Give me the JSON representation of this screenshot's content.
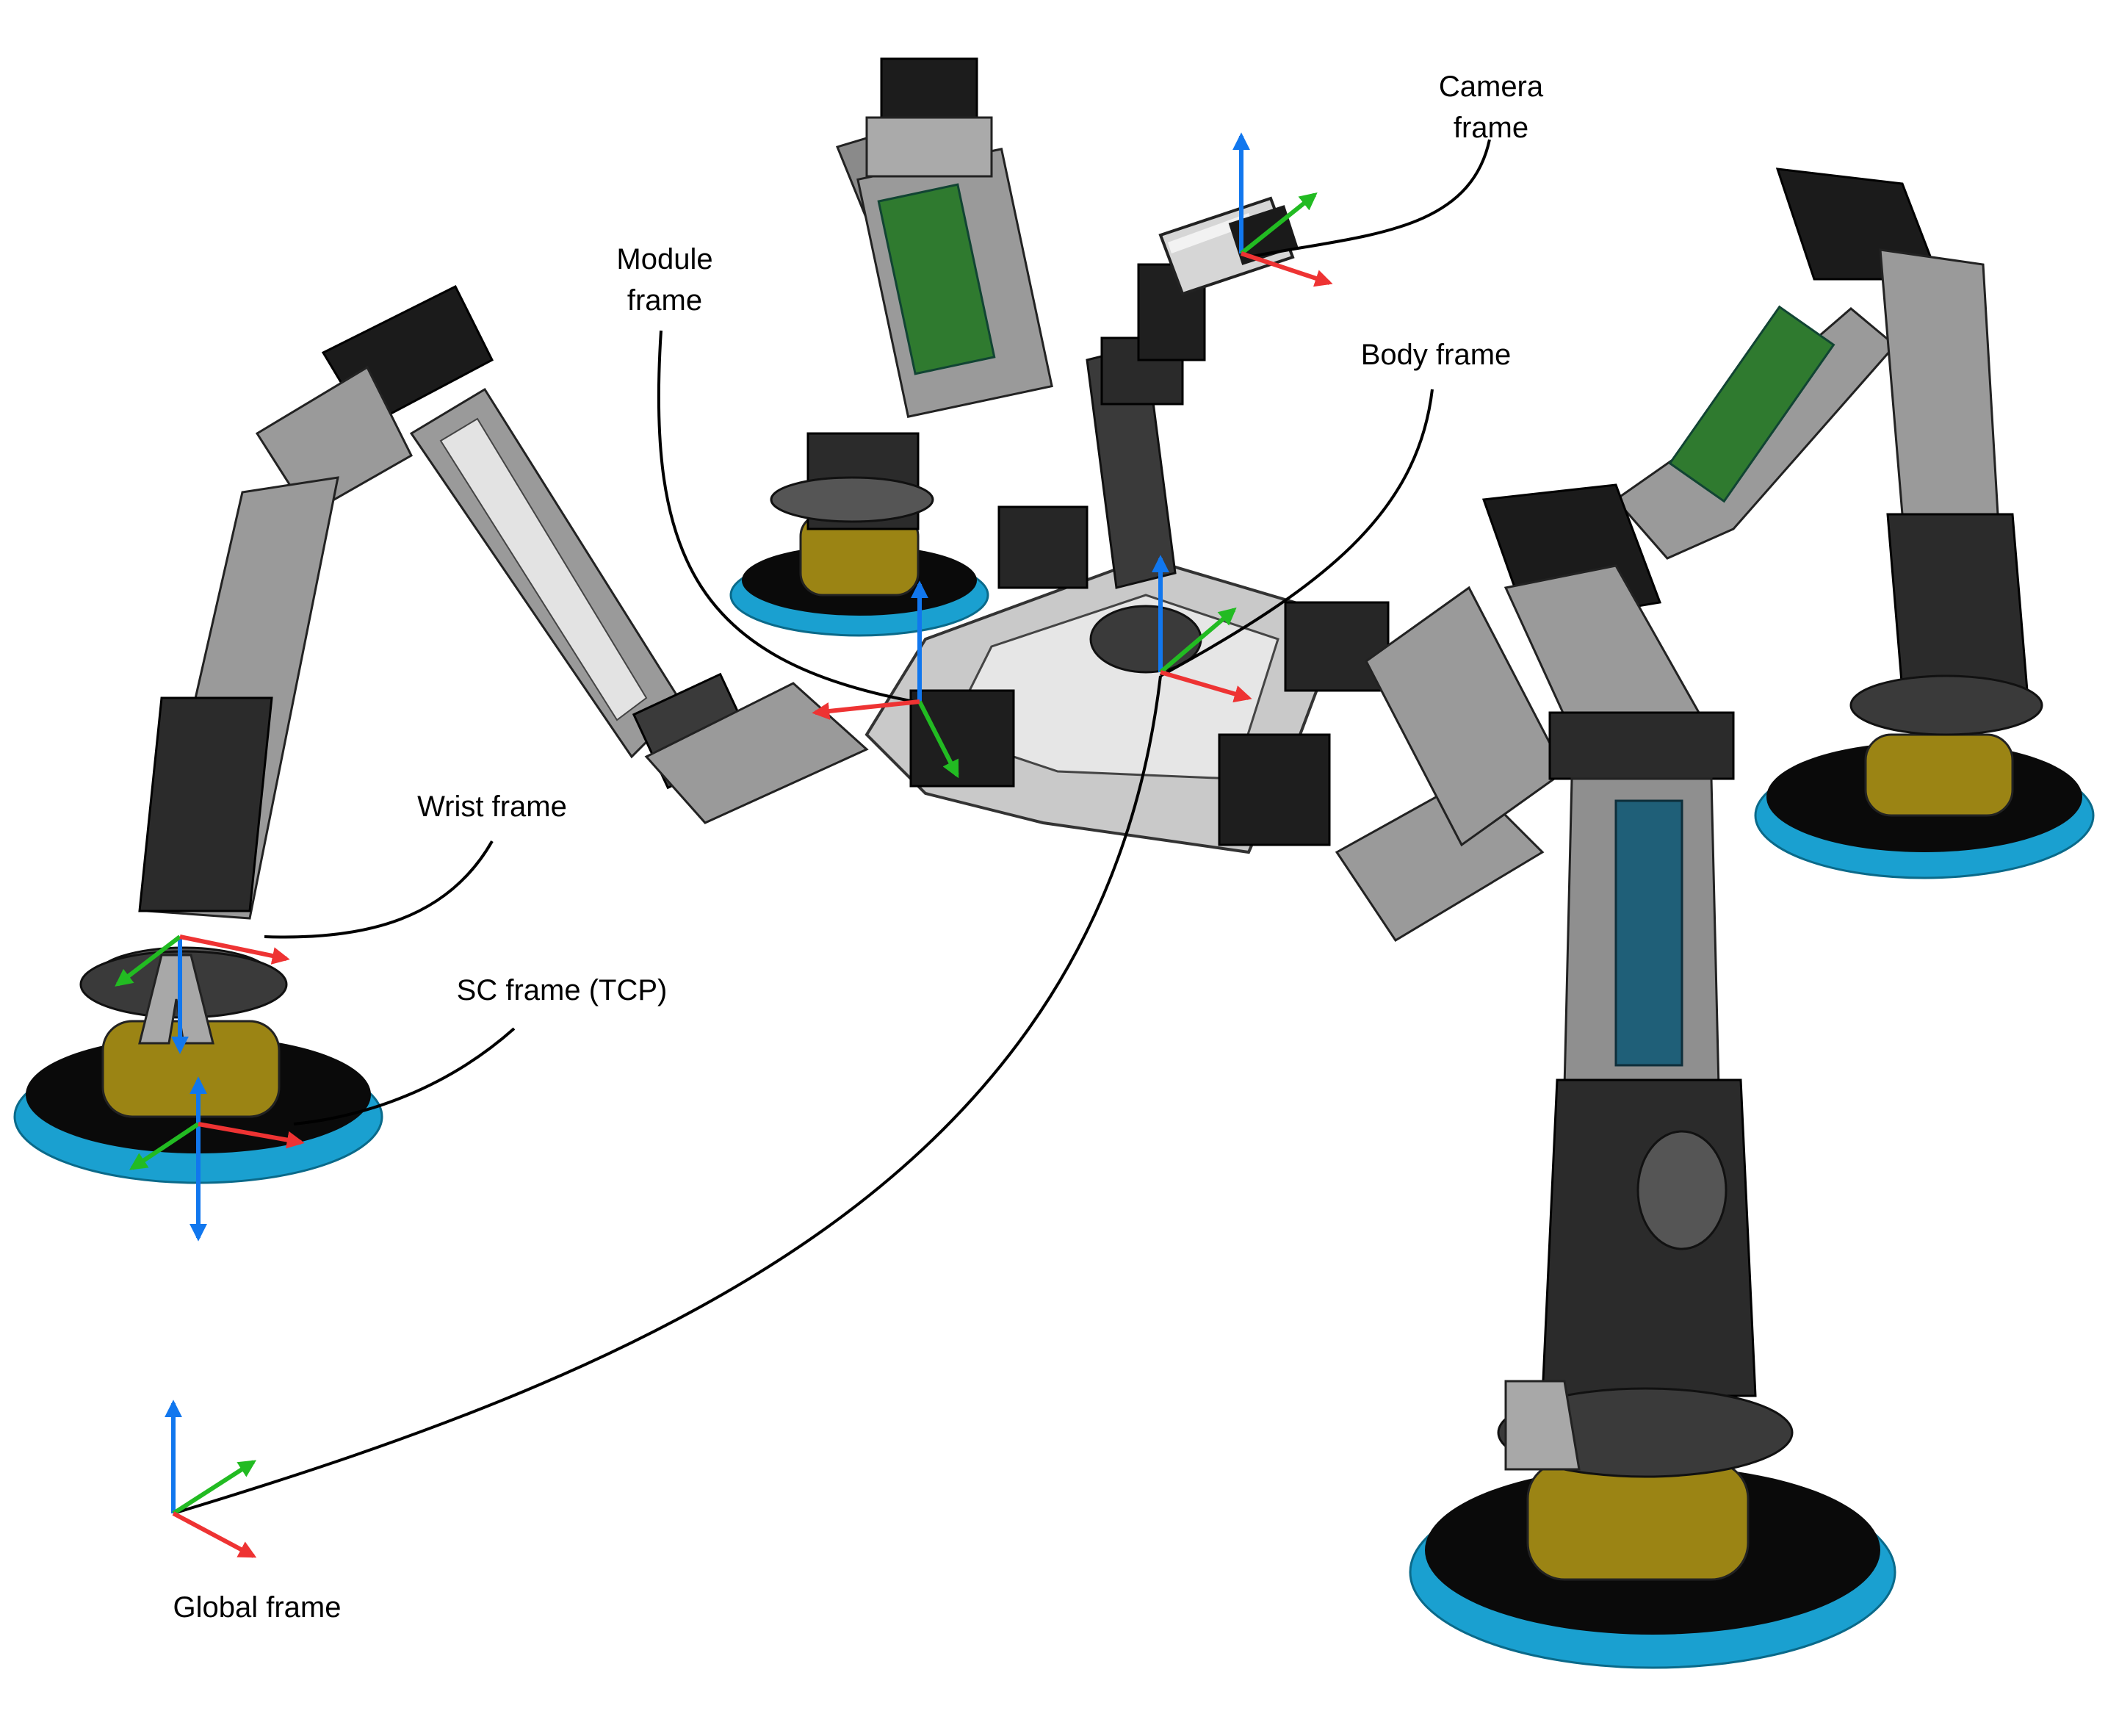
{
  "labels": {
    "camera_frame": [
      "Camera",
      "frame"
    ],
    "module_frame": [
      "Module",
      "frame"
    ],
    "body_frame": "Body frame",
    "wrist_frame": "Wrist frame",
    "sc_frame": "SC frame (TCP)",
    "global_frame": "Global frame"
  },
  "colors": {
    "axis_x": "#ee3333",
    "axis_y": "#22bb22",
    "axis_z": "#1177ee",
    "pad": "#1aa0d0",
    "pad_dark": "#0a0a0a",
    "gripper": "#9b8414",
    "link_grey": "#8a8a8a",
    "link_dark": "#2b2b2b",
    "pcb_green": "#2f7a2f",
    "accent_blue": "#1f5f78"
  },
  "frames": [
    {
      "name": "global-frame",
      "axes": [
        "x",
        "y",
        "z"
      ]
    },
    {
      "name": "body-frame",
      "axes": [
        "x",
        "y",
        "z"
      ]
    },
    {
      "name": "module-frame",
      "axes": [
        "x",
        "y",
        "z"
      ]
    },
    {
      "name": "camera-frame",
      "axes": [
        "x",
        "y",
        "z"
      ]
    },
    {
      "name": "wrist-frame",
      "axes": [
        "x",
        "y",
        "z"
      ]
    },
    {
      "name": "sc-frame",
      "axes": [
        "x",
        "y",
        "z"
      ]
    }
  ]
}
